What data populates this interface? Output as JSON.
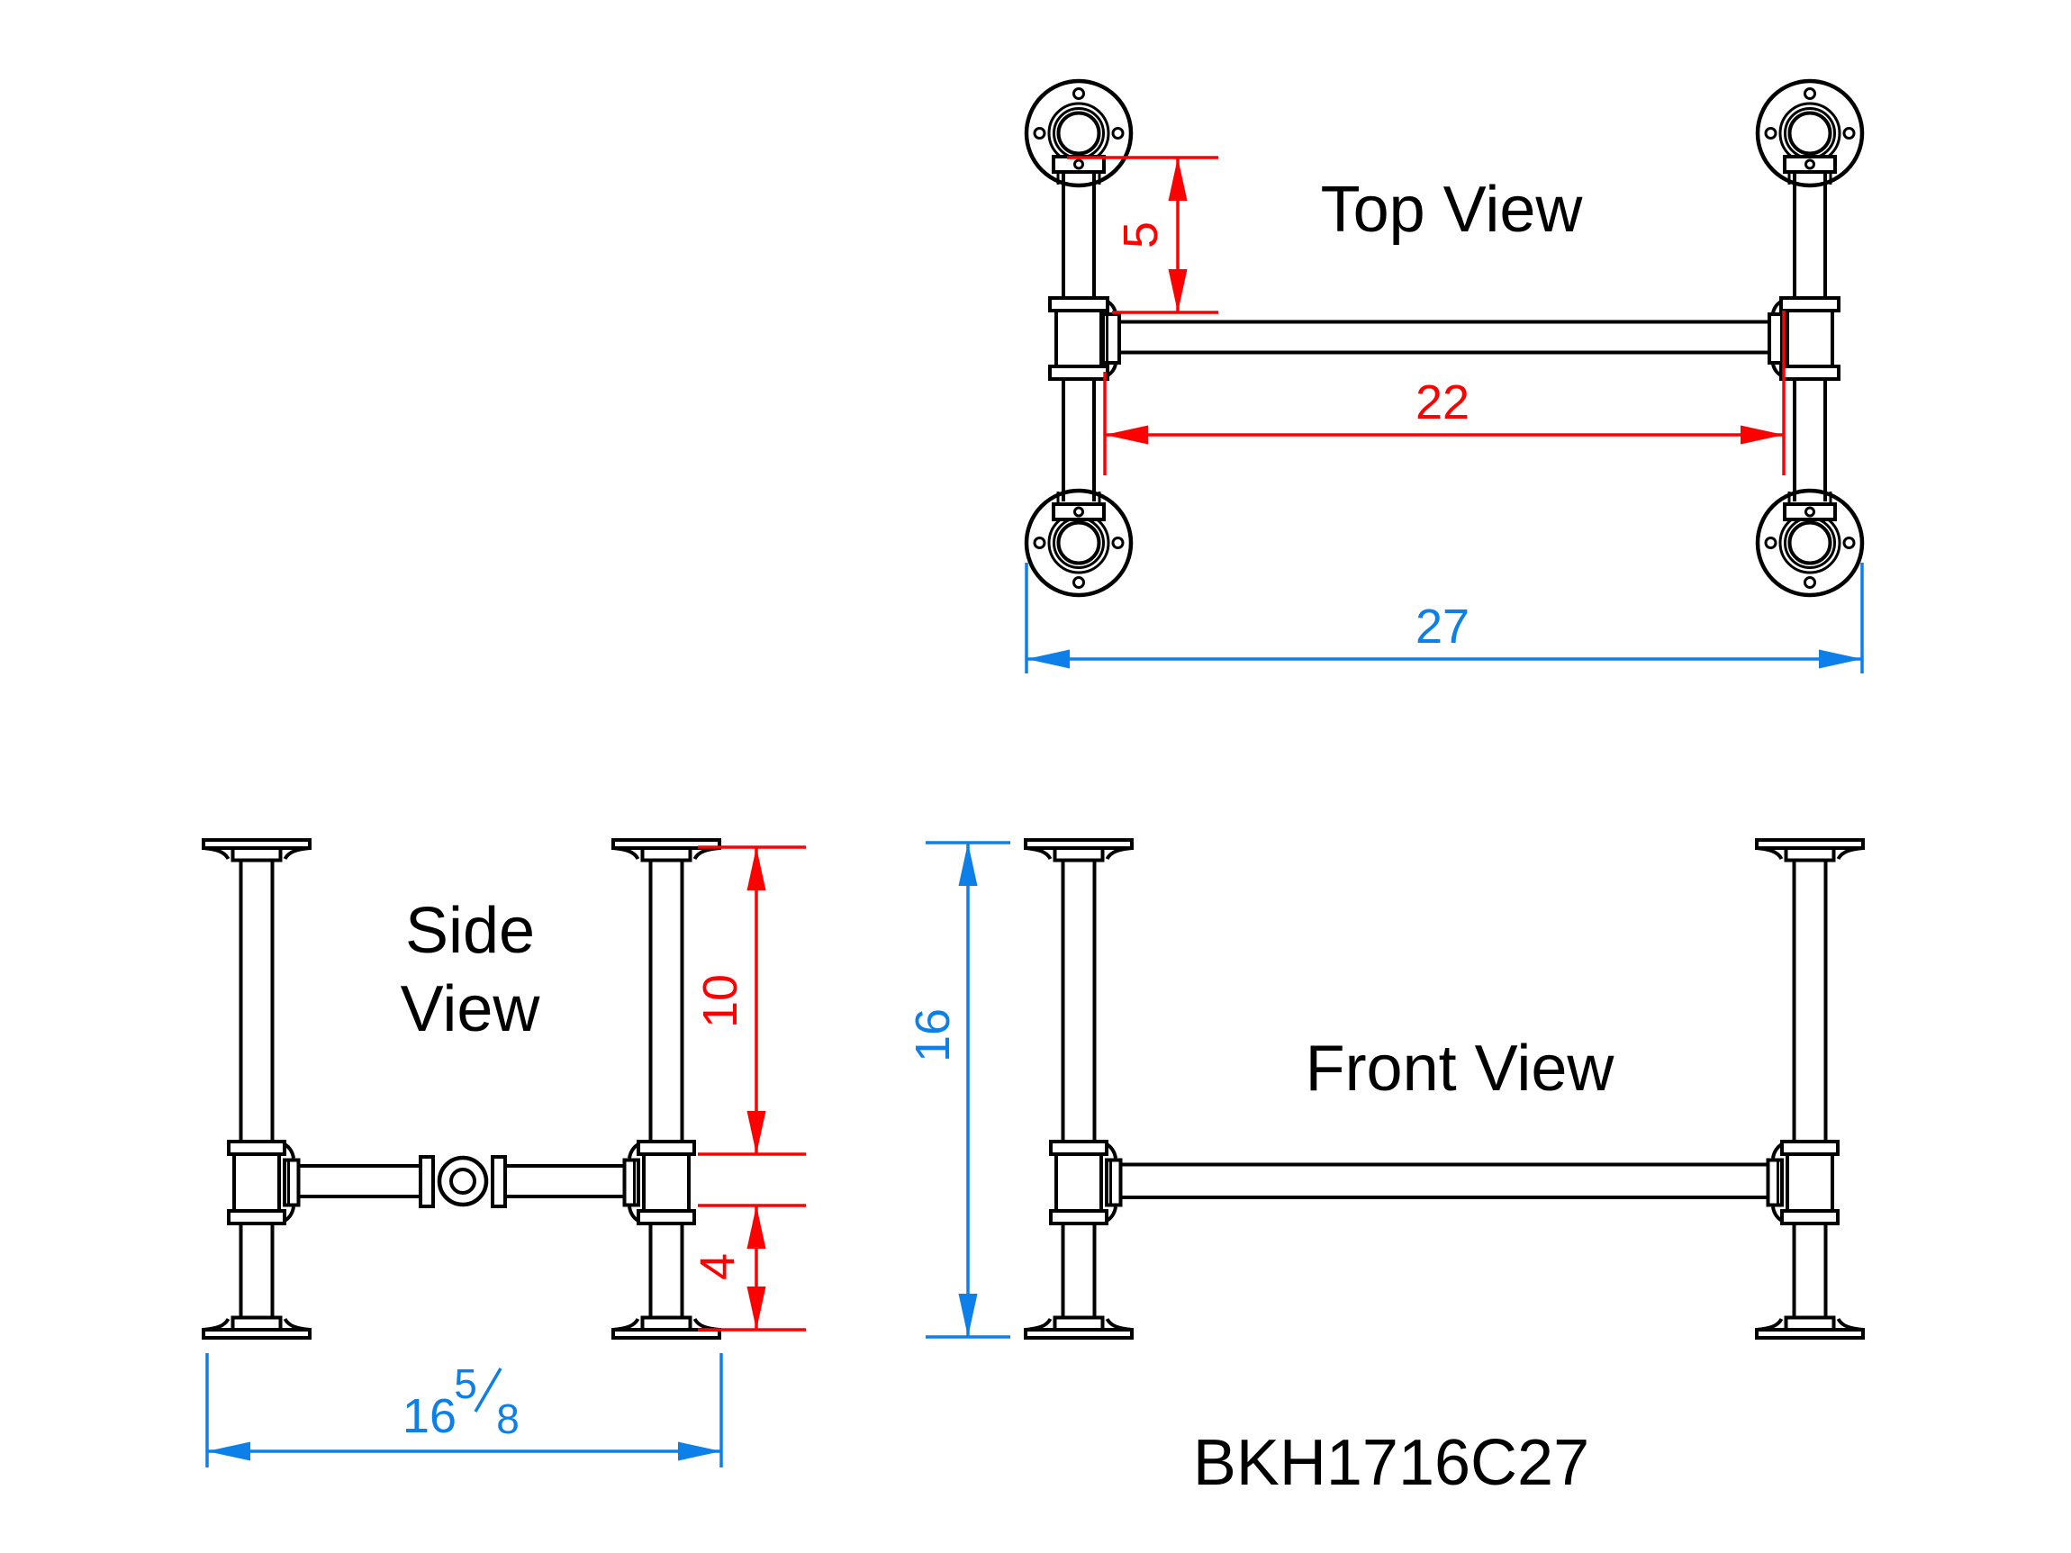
{
  "drawing": {
    "part_number": "BKH1716C27",
    "views": {
      "top": {
        "title": "Top View",
        "dim_flange_to_tee": "5",
        "dim_stretcher": "22",
        "dim_overall": "27"
      },
      "side": {
        "title_line1": "Side",
        "title_line2": "View",
        "dim_upper": "10",
        "dim_lower": "4",
        "dim_foot": {
          "whole": "16",
          "numerator": "5",
          "denominator": "8"
        }
      },
      "front": {
        "title": "Front View",
        "dim_height": "16"
      }
    },
    "colors": {
      "line": "#000000",
      "dim_red": "#fe0000",
      "dim_blue": "#0d7fe8",
      "background": "#ffffff"
    }
  }
}
